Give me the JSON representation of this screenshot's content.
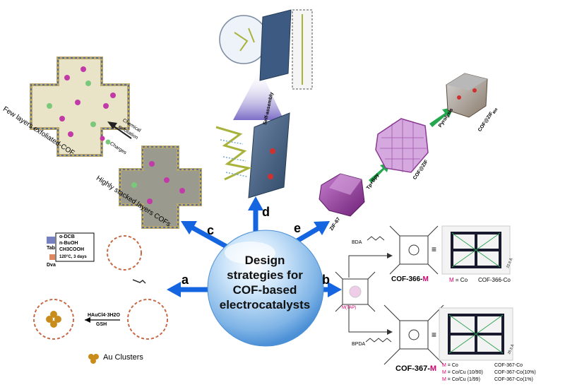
{
  "center": {
    "line1": "Design",
    "line2": "strategies for",
    "line3": "COF-based",
    "line4": "electrocatalysts"
  },
  "arrows": {
    "a": "a",
    "b": "b",
    "c": "c",
    "d": "d",
    "e": "e"
  },
  "panel_c": {
    "top_label": "Few layers exfoliated-COF",
    "bottom_label": "Highly stacked layers COFs",
    "process_label_1": "Chemical",
    "process_label_2": "exfoliation",
    "charges_label": "Charges"
  },
  "panel_d": {
    "self_assembly": "Self-assembly"
  },
  "panel_e": {
    "zif67": "ZIF-67",
    "tp_bpy": "Tp+Bpy",
    "cof_zif": "COF@ZIF",
    "pyrolysis": "Pyrolysis",
    "cof_zif800": "COF@ZIF",
    "cof_zif800_sub": "800"
  },
  "panel_a": {
    "tab": "Tab",
    "dva": "Dva",
    "conditions": [
      "o-DCB",
      "n-BuOH",
      "CH3COOH"
    ],
    "temp": "120°C, 3 days",
    "reagent1": "HAuCl4·3H2O",
    "reagent2": "GSH",
    "au_clusters": "Au Clusters"
  },
  "panel_b": {
    "bda": "BDA",
    "bpda": "BPDA",
    "mtap": "M(TAP)",
    "equiv": "≡",
    "cof366": "COF-366-",
    "cof366_m": "M",
    "cof367": "COF-367-",
    "cof367_m": "M",
    "m_co": "M",
    "m_co_val": " = Co",
    "cof366co": "COF-366-Co",
    "scale1": "22.5 Å",
    "scale2": "26.5 Å",
    "legend": [
      {
        "m": "M",
        "val": " = Co",
        "name": "COF-367-Co"
      },
      {
        "m": "M",
        "val": " = Co/Cu (10/90)",
        "name": "COF-367-Co(10%)"
      },
      {
        "m": "M",
        "val": " = Co/Cu (1/99)",
        "name": "COF-367-Co(1%)"
      }
    ]
  },
  "colors": {
    "arrow": "#1565e0",
    "sphere": "#8fc4ee",
    "zif": "#9a3a9e",
    "cof_zif": "#c79ad6",
    "green_arrow": "#23a84f",
    "magenta": "#d0006f"
  }
}
